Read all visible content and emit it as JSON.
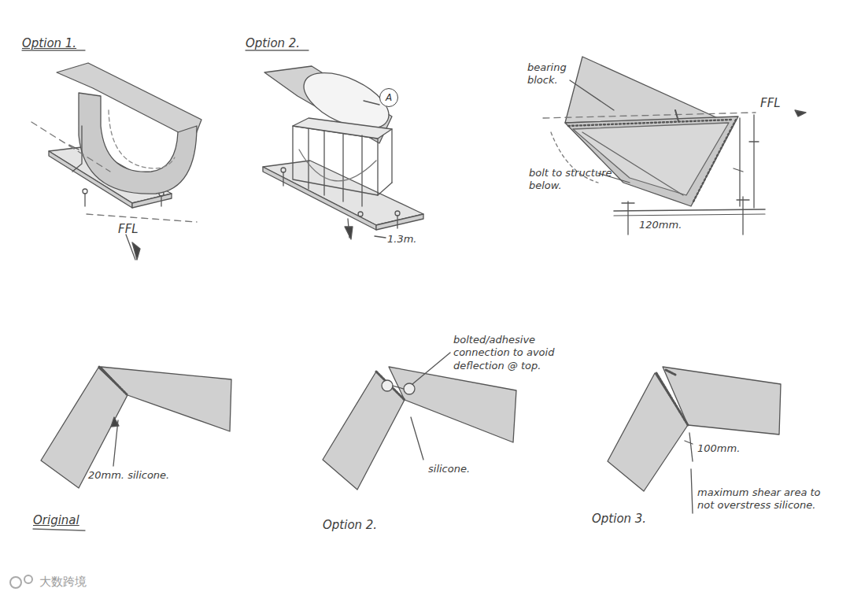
{
  "diagram": {
    "nodes": [
      {
        "text": [
          "A"
        ]
      }
    ],
    "labels": [
      "Option 1.",
      "FFL",
      "Option 2.",
      "1.3m.",
      "bearing block.",
      "FFL",
      "bolt to structure below.",
      "120mm.",
      "20mm. silicone.",
      "Original",
      "bolted/adhesive connection to avoid deflection @ top.",
      "silicone.",
      "Option 2.",
      "100mm.",
      "Option 3.",
      "maximum shear area to not overstress silicone.",
      "大数跨境"
    ]
  }
}
